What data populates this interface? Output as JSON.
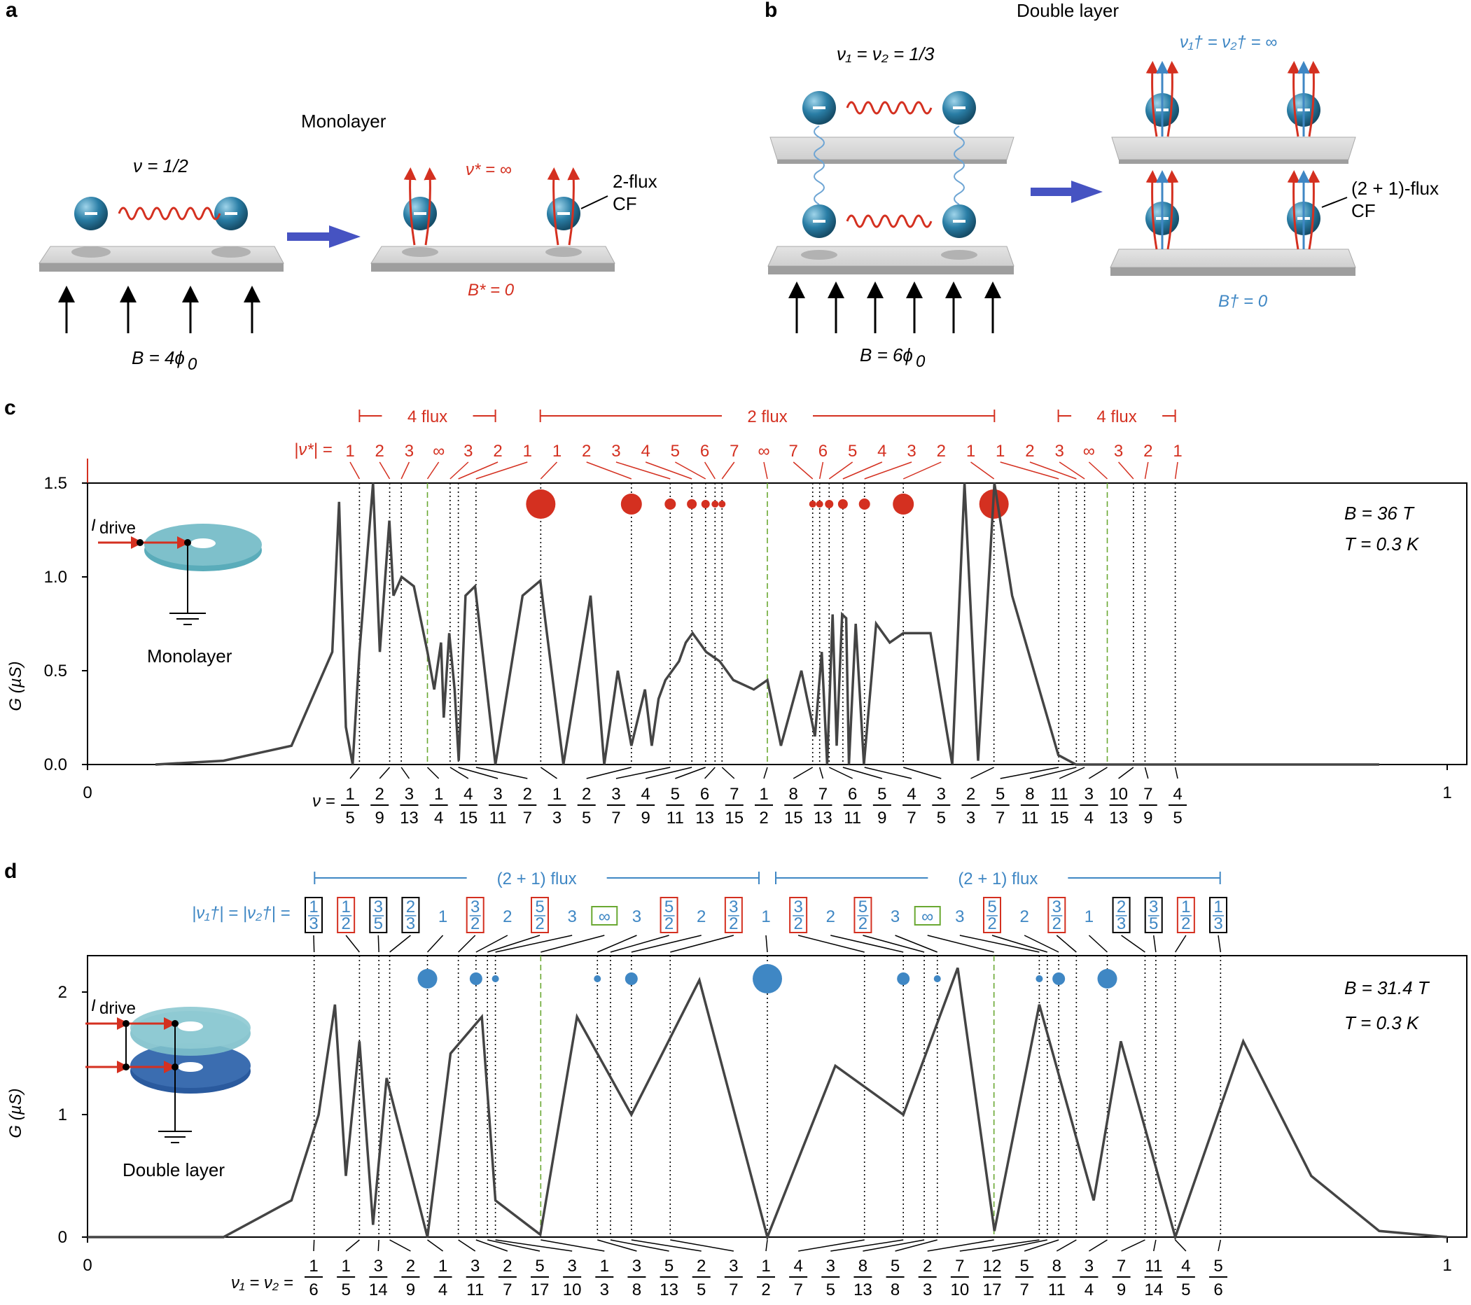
{
  "panels": {
    "a": {
      "label": "a",
      "title": "Monolayer",
      "nu": "ν = 1/2",
      "nu_star": "ν* = ∞",
      "cf_label": [
        "2-flux",
        "CF"
      ],
      "b_star": "B* = 0",
      "b_field": "B = 4ϕ",
      "b_sub": "0"
    },
    "b": {
      "label": "b",
      "title": "Double layer",
      "nu": "ν₁ = ν₂ = 1/3",
      "nu_dagger": "ν₁† = ν₂† = ∞",
      "cf_label": [
        "(2 + 1)-flux",
        "CF"
      ],
      "b_dagger": "B† = 0",
      "b_field": "B = 6ϕ",
      "b_sub": "0"
    },
    "c": {
      "label": "c",
      "ylabel": "G (µS)",
      "yticks": [
        "0.0",
        "0.5",
        "1.0",
        "1.5"
      ],
      "xticks": [
        "0",
        "1"
      ],
      "field": "B = 36 T",
      "temp": "T = 0.3 K",
      "inset_label": "Monolayer",
      "drive": "I",
      "drive_sub": "drive",
      "nu_prefix": "ν =",
      "nustar_prefix": "|ν*| =",
      "flux_groups": [
        "4 flux",
        "2 flux",
        "4 flux"
      ],
      "nustar_values": [
        "1",
        "2",
        "3",
        "∞",
        "3",
        "2",
        "1",
        "1",
        "2",
        "3",
        "4",
        "5",
        "6",
        "7",
        "∞",
        "7",
        "6",
        "5",
        "4",
        "3",
        "2",
        "1",
        "1",
        "2",
        "3",
        "∞",
        "3",
        "2",
        "1"
      ],
      "fractions": [
        "1/5",
        "2/9",
        "3/13",
        "1/4",
        "4/15",
        "3/11",
        "2/7",
        "1/3",
        "2/5",
        "3/7",
        "4/9",
        "5/11",
        "6/13",
        "7/15",
        "1/2",
        "8/15",
        "7/13",
        "6/11",
        "5/9",
        "4/7",
        "3/5",
        "2/3",
        "5/7",
        "8/11",
        "11/15",
        "3/4",
        "10/13",
        "7/9",
        "4/5"
      ]
    },
    "d": {
      "label": "d",
      "ylabel": "G (µS)",
      "yticks": [
        "0",
        "1",
        "2"
      ],
      "xticks": [
        "0",
        "1"
      ],
      "field": "B = 31.4 T",
      "temp": "T = 0.3 K",
      "inset_label": "Double layer",
      "drive": "I",
      "drive_sub": "drive",
      "nu_prefix": "ν₁ = ν₂ =",
      "nudagger_prefix": "|ν₁†| = |ν₂†| =",
      "flux_groups": [
        "(2 + 1) flux",
        "(2 + 1) flux"
      ],
      "top_labels": [
        "1/3",
        "1/2",
        "3/5",
        "2/3",
        "1",
        "3/2",
        "2",
        "5/2",
        "3",
        "∞",
        "3",
        "5/2",
        "2",
        "3/2",
        "1",
        "3/2",
        "2",
        "5/2",
        "3",
        "∞",
        "3",
        "5/2",
        "2",
        "3/2",
        "1",
        "2/3",
        "3/5",
        "1/2",
        "1/3"
      ],
      "fractions": [
        "1/6",
        "1/5",
        "3/14",
        "2/9",
        "1/4",
        "3/11",
        "2/7",
        "5/17",
        "3/10",
        "1/3",
        "3/8",
        "5/13",
        "2/5",
        "3/7",
        "1/2",
        "4/7",
        "3/5",
        "8/13",
        "5/8",
        "2/3",
        "7/10",
        "12/17",
        "5/7",
        "8/11",
        "3/4",
        "7/9",
        "11/14",
        "4/5",
        "5/6"
      ]
    }
  },
  "colors": {
    "red": "#d43020",
    "blue": "#3f87c4",
    "green": "#6aa832",
    "trace": "#444444",
    "electron": "#2a7ea6"
  },
  "chart_data": [
    {
      "type": "line",
      "panel": "c",
      "xlabel": "",
      "ylabel": "G (µS)",
      "xlim": [
        0,
        1
      ],
      "ylim": [
        0,
        1.5
      ],
      "x": [
        0.05,
        0.1,
        0.15,
        0.18,
        0.185,
        0.19,
        0.195,
        0.2,
        0.21,
        0.215,
        0.222,
        0.225,
        0.231,
        0.24,
        0.25,
        0.255,
        0.26,
        0.262,
        0.266,
        0.27,
        0.273,
        0.278,
        0.285,
        0.3,
        0.32,
        0.333,
        0.35,
        0.37,
        0.38,
        0.39,
        0.4,
        0.41,
        0.415,
        0.42,
        0.425,
        0.43,
        0.435,
        0.44,
        0.445,
        0.455,
        0.465,
        0.475,
        0.49,
        0.5,
        0.51,
        0.525,
        0.535,
        0.54,
        0.544,
        0.548,
        0.551,
        0.555,
        0.558,
        0.56,
        0.565,
        0.571,
        0.58,
        0.59,
        0.6,
        0.62,
        0.636,
        0.645,
        0.655,
        0.667,
        0.68,
        0.7,
        0.714,
        0.727,
        0.73,
        0.733,
        0.738,
        0.743,
        0.75,
        0.76,
        0.769,
        0.778,
        0.8,
        0.95
      ],
      "y": [
        0.0,
        0.02,
        0.1,
        0.6,
        1.4,
        0.2,
        0.0,
        0.6,
        1.55,
        0.6,
        1.3,
        0.9,
        1.0,
        0.95,
        0.6,
        0.4,
        0.65,
        0.25,
        0.7,
        0.4,
        0.02,
        0.9,
        0.95,
        0.0,
        0.9,
        0.98,
        0.0,
        0.9,
        0.0,
        0.5,
        0.1,
        0.4,
        0.1,
        0.35,
        0.45,
        0.5,
        0.55,
        0.65,
        0.7,
        0.6,
        0.55,
        0.45,
        0.4,
        0.45,
        0.1,
        0.5,
        0.15,
        0.6,
        0.0,
        0.8,
        0.1,
        0.8,
        0.78,
        0.0,
        0.75,
        0.0,
        0.75,
        0.65,
        0.7,
        0.7,
        0.0,
        1.5,
        0.02,
        1.5,
        0.9,
        0.4,
        0.05,
        0.0,
        0.0,
        0.0,
        0.0,
        0.0,
        0.0,
        0.0,
        0.0,
        0.0,
        0.0,
        0.0
      ]
    },
    {
      "type": "line",
      "panel": "d",
      "xlabel": "",
      "ylabel": "G (µS)",
      "xlim": [
        0,
        1
      ],
      "ylim": [
        0,
        2.3
      ],
      "x": [
        0.0,
        0.1,
        0.15,
        0.17,
        0.182,
        0.19,
        0.2,
        0.21,
        0.22,
        0.25,
        0.267,
        0.29,
        0.3,
        0.333,
        0.36,
        0.4,
        0.45,
        0.5,
        0.55,
        0.6,
        0.64,
        0.667,
        0.7,
        0.74,
        0.76,
        0.8,
        0.85,
        0.9,
        0.95,
        1.0
      ],
      "y": [
        0.0,
        0.0,
        0.3,
        1.0,
        1.9,
        0.5,
        1.6,
        0.1,
        1.3,
        0.0,
        1.5,
        1.8,
        0.3,
        0.02,
        1.8,
        1.0,
        2.1,
        0.0,
        1.4,
        1.0,
        2.2,
        0.05,
        1.9,
        0.3,
        1.6,
        0.0,
        1.6,
        0.5,
        0.05,
        0.0
      ]
    }
  ]
}
